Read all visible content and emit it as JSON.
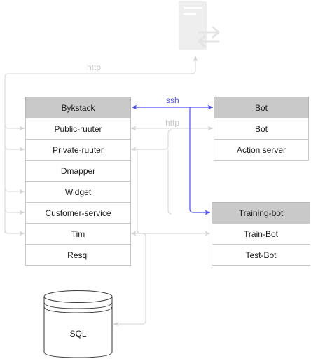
{
  "colors": {
    "connector": "#dcdcdc",
    "ssh": "#4d4df0",
    "header_fill": "#c9c9c9",
    "server_icon": "#eeeeee"
  },
  "icons": {
    "top_node": "server-transfer-icon",
    "database": "database-cylinder-icon"
  },
  "stacks": {
    "bykstack": {
      "title": "Bykstack",
      "items": [
        "Public-ruuter",
        "Private-ruuter",
        "Dmapper",
        "Widget",
        "Customer-service",
        "Tim",
        "Resql"
      ]
    },
    "bot": {
      "title": "Bot",
      "items": [
        "Bot",
        "Action server"
      ]
    },
    "training_bot": {
      "title": "Training-bot",
      "items": [
        "Train-Bot",
        "Test-Bot"
      ]
    }
  },
  "database": {
    "label": "SQL"
  },
  "edges": {
    "http_top": "http",
    "http_middle": "http",
    "ssh": "ssh"
  }
}
